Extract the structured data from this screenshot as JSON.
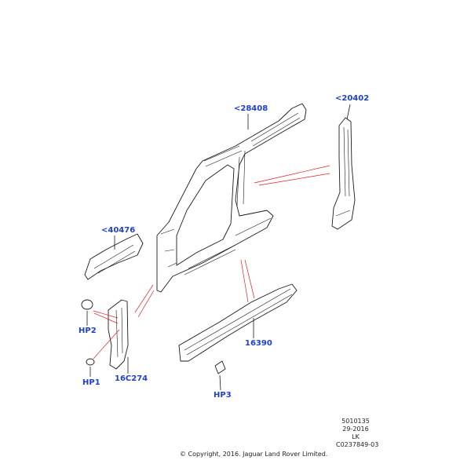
{
  "callouts": {
    "roof_rail": "<28408",
    "c_pillar": "<20402",
    "a_pillar_reinforcement": "<40476",
    "rocker_panel": "16390",
    "b_pillar_lower": "16C274",
    "hole_plug_1": "HP1",
    "hole_plug_2": "HP2",
    "hole_plug_3": "HP3"
  },
  "meta": {
    "code": "5010135",
    "date": "29-2016",
    "region": "LK",
    "illustration_id": "C0237849-03",
    "copyright": "© Copyright, 2016. Jaguar Land Rover Limited."
  },
  "colors": {
    "callout_text": "#1f3fd0",
    "line_art": "#1a1a1a",
    "reference_lines": "#e02020",
    "background": "#ffffff"
  }
}
